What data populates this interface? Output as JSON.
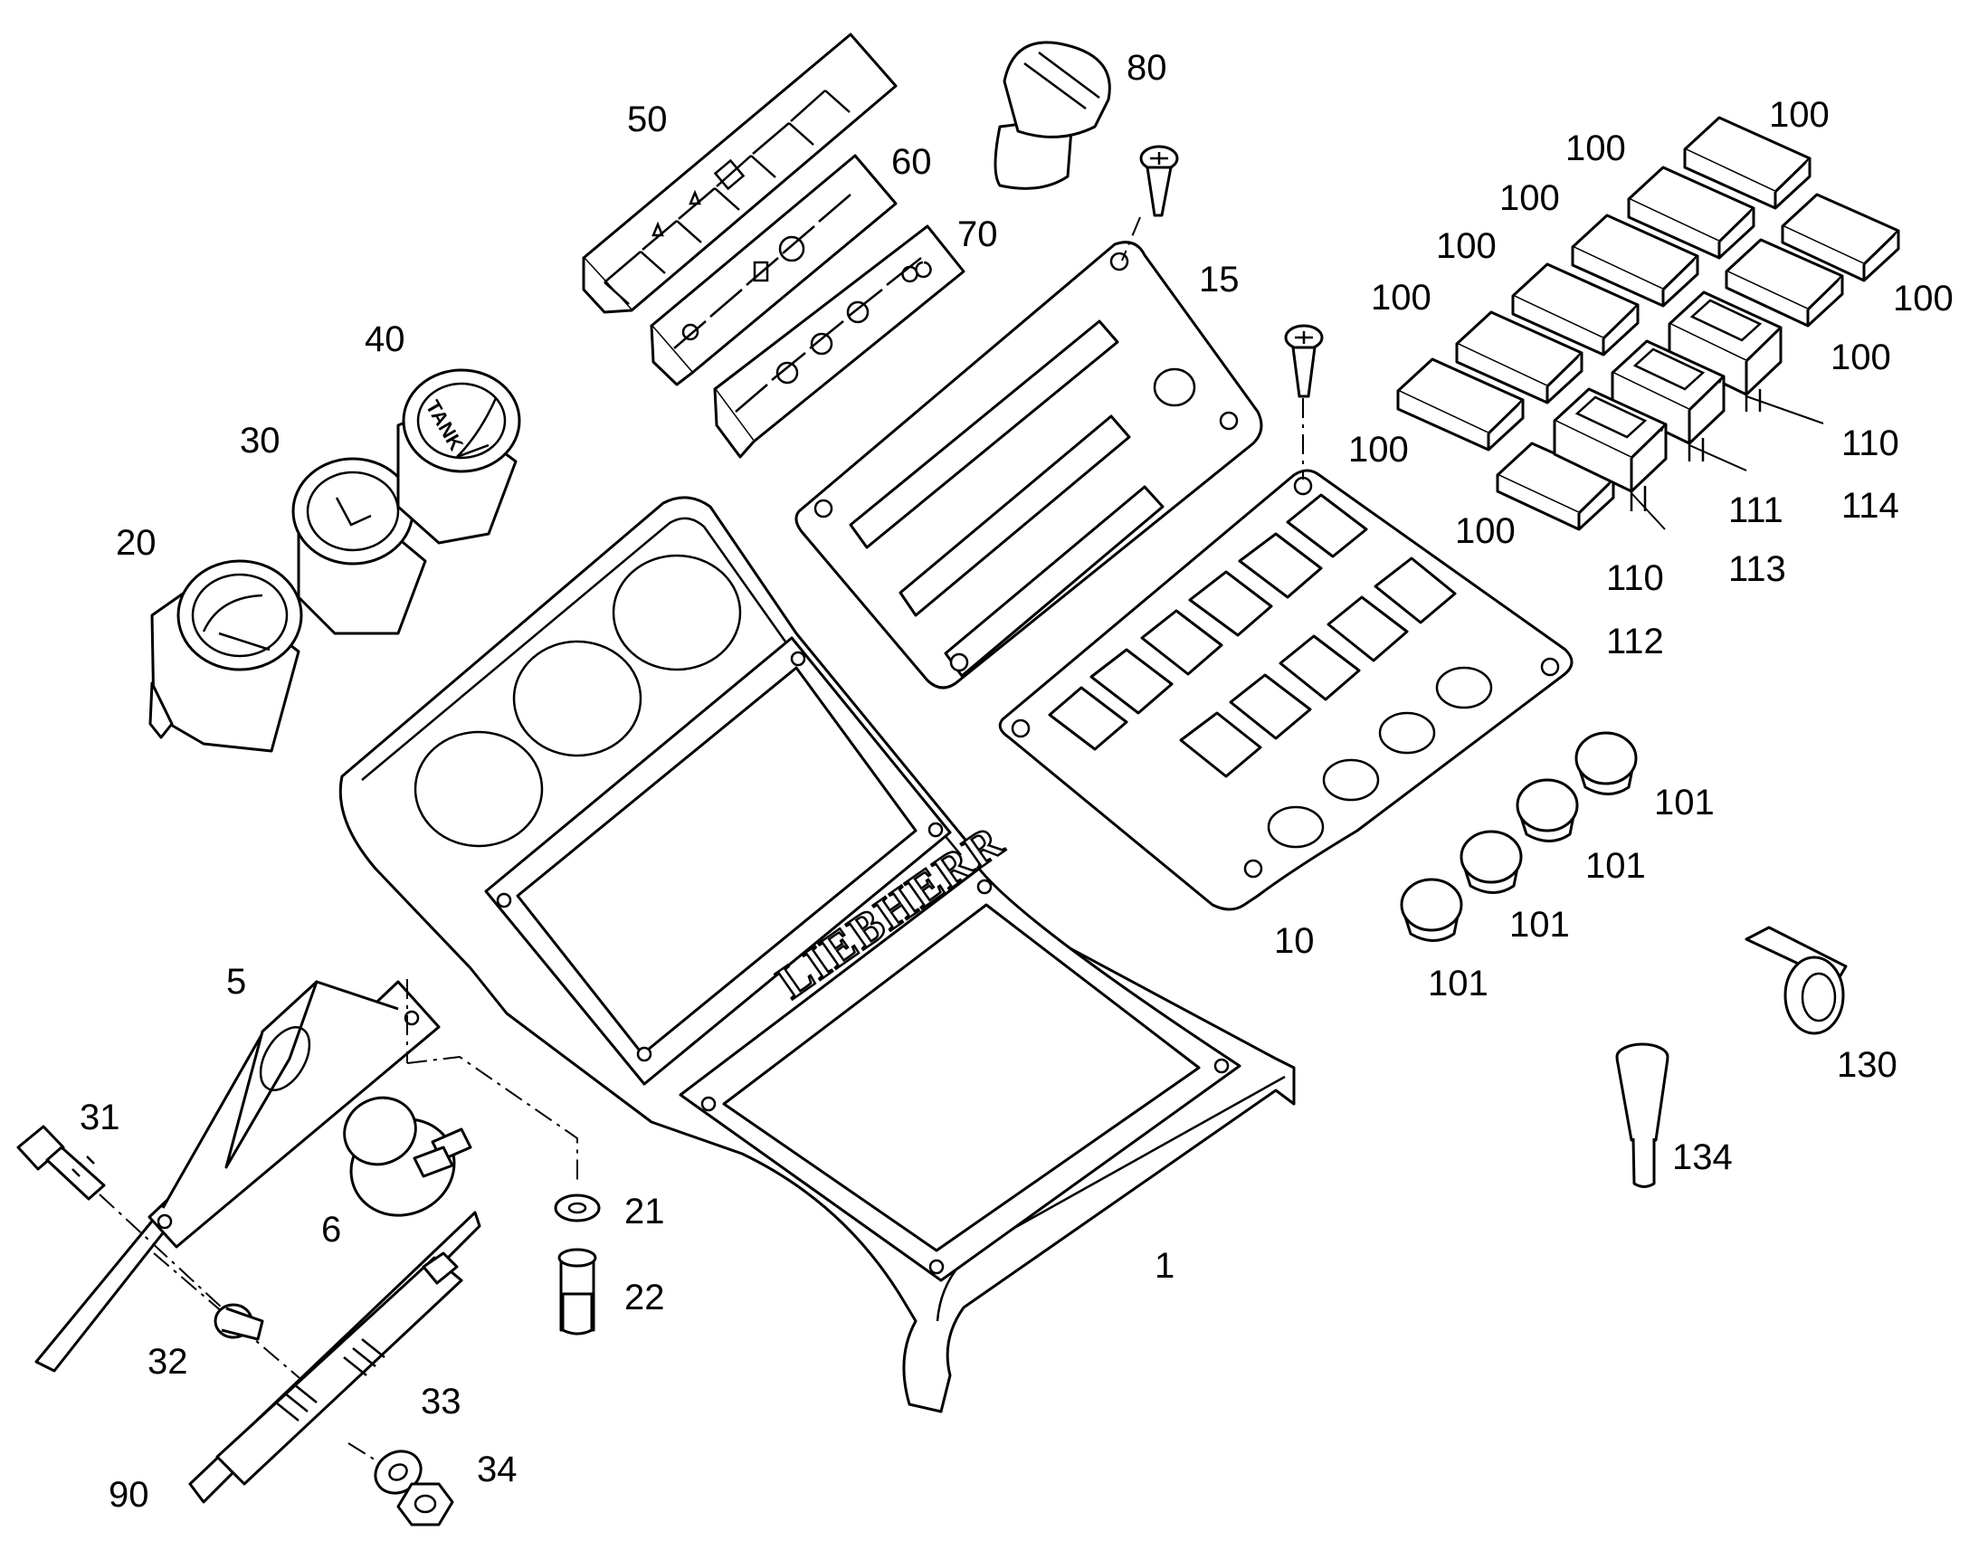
{
  "brand_text": "LIEBHERR",
  "tank_gauge_text": "TANK",
  "callouts": {
    "c1": "1",
    "c5": "5",
    "c6": "6",
    "c10": "10",
    "c15": "15",
    "c20": "20",
    "c21": "21",
    "c22": "22",
    "c30": "30",
    "c31": "31",
    "c32": "32",
    "c33": "33",
    "c34": "34",
    "c40": "40",
    "c50": "50",
    "c60": "60",
    "c70": "70",
    "c80": "80",
    "c90": "90",
    "c100": "100",
    "c101": "101",
    "c110": "110",
    "c111": "111",
    "c112": "112",
    "c113": "113",
    "c114": "114",
    "c130": "130",
    "c134": "134"
  }
}
